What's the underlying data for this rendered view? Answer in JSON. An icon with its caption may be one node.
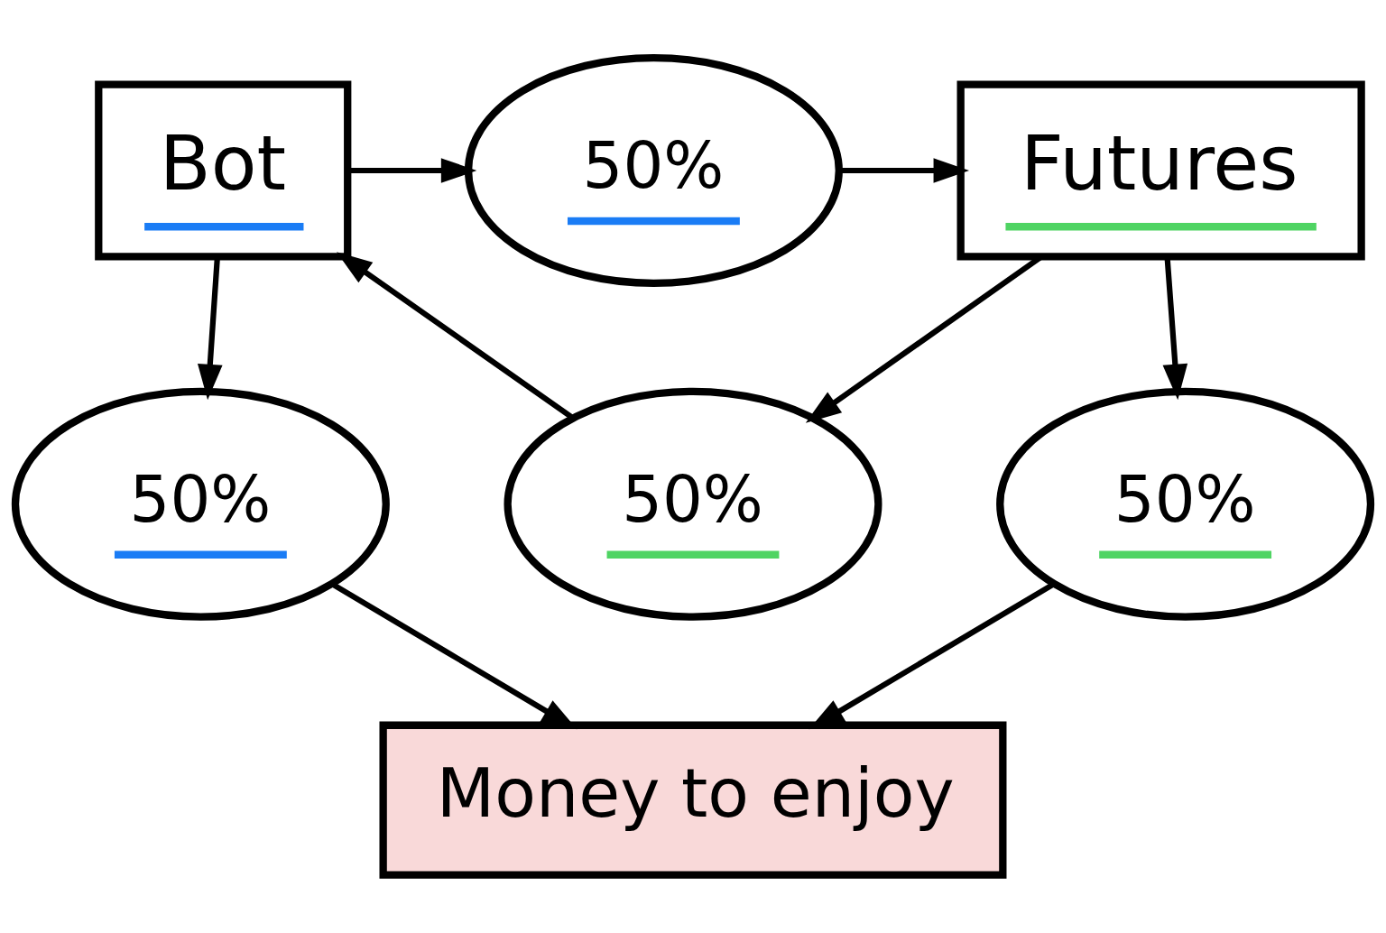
{
  "diagram": {
    "nodes": [
      {
        "text": [
          "Bot"
        ]
      },
      {
        "text": [
          "50%"
        ]
      },
      {
        "text": [
          "Futures"
        ]
      },
      {
        "text": [
          "50%"
        ]
      },
      {
        "text": [
          "50%"
        ]
      },
      {
        "text": [
          "50%"
        ]
      },
      {
        "text": [
          "Money to enjoy"
        ]
      }
    ],
    "edges": [
      {
        "from": 0,
        "to": 1,
        "arrow": "to"
      },
      {
        "from": 1,
        "to": 2,
        "arrow": "to"
      },
      {
        "from": 2,
        "to": 3,
        "arrow": "to"
      },
      {
        "from": 3,
        "to": 0,
        "arrow": "to"
      },
      {
        "from": 0,
        "to": 5,
        "arrow": "to"
      },
      {
        "from": 2,
        "to": 4,
        "arrow": "to"
      },
      {
        "from": 5,
        "to": 6,
        "arrow": "to"
      },
      {
        "from": 4,
        "to": 6,
        "arrow": "to"
      }
    ]
  }
}
